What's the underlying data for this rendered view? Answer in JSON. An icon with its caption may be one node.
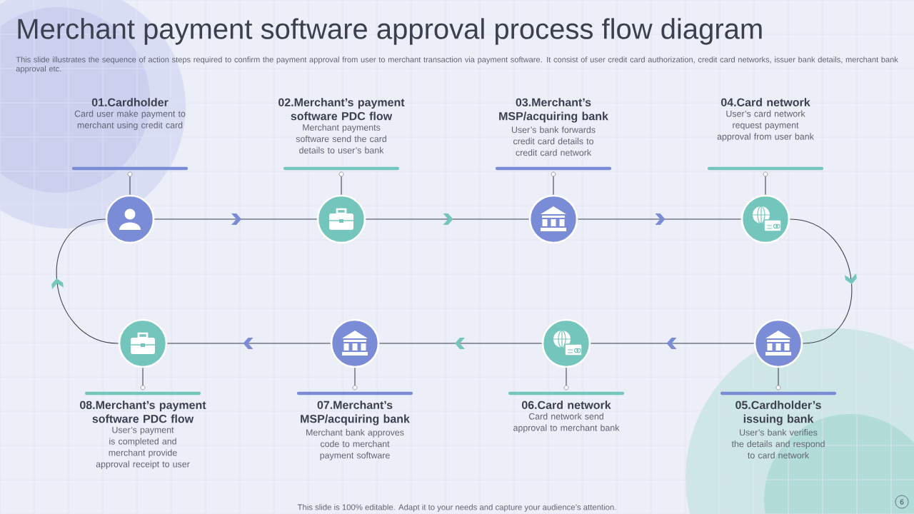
{
  "diagram": {
    "title": "Merchant payment software approval process flow diagram",
    "nodes": [
      {
        "text": [
          "01.Cardholder",
          "Card user make payment to merchant using credit card"
        ]
      },
      {
        "text": [
          "02.Merchant’s payment software  PDC flow",
          "Merchant payments software  send the card details to user’s bank"
        ]
      },
      {
        "text": [
          "03.Merchant’s MSP/acquiring bank",
          "User’s bank forwards  credit card details to credit card network"
        ]
      },
      {
        "text": [
          "04.Card network",
          "User’s card network request  payment approval from user bank"
        ]
      },
      {
        "text": [
          "05.Cardholder’s issuing bank",
          "User’s bank verifies  the details and respond to card network"
        ]
      },
      {
        "text": [
          "06.Card network",
          "Card network  send approval  to merchant bank"
        ]
      },
      {
        "text": [
          "07.Merchant’s MSP/acquiring bank",
          "Merchant bank approves code to merchant payment software"
        ]
      },
      {
        "text": [
          "08.Merchant’s payment software  PDC flow",
          "User’s payment is completed and merchant  provide approval  receipt to user"
        ]
      }
    ],
    "edges": [
      {
        "from": 0,
        "to": 1,
        "arrow": "to"
      },
      {
        "from": 1,
        "to": 2,
        "arrow": "to"
      },
      {
        "from": 2,
        "to": 3,
        "arrow": "to"
      },
      {
        "from": 3,
        "to": 4,
        "arrow": "to"
      },
      {
        "from": 4,
        "to": 5,
        "arrow": "to"
      },
      {
        "from": 5,
        "to": 6,
        "arrow": "to"
      },
      {
        "from": 6,
        "to": 7,
        "arrow": "to"
      },
      {
        "from": 7,
        "to": 0,
        "arrow": "to"
      }
    ],
    "labels": [
      "This slide illustrates the sequence of action steps required to confirm the payment approval from user to merchant transaction via payment software. It  consist of user credit card authorization, credit card networks, issuer bank details, merchant bank approval etc.",
      "This slide is 100% editable. Adapt it to your needs and capture your audience’s attention.",
      "6"
    ]
  }
}
